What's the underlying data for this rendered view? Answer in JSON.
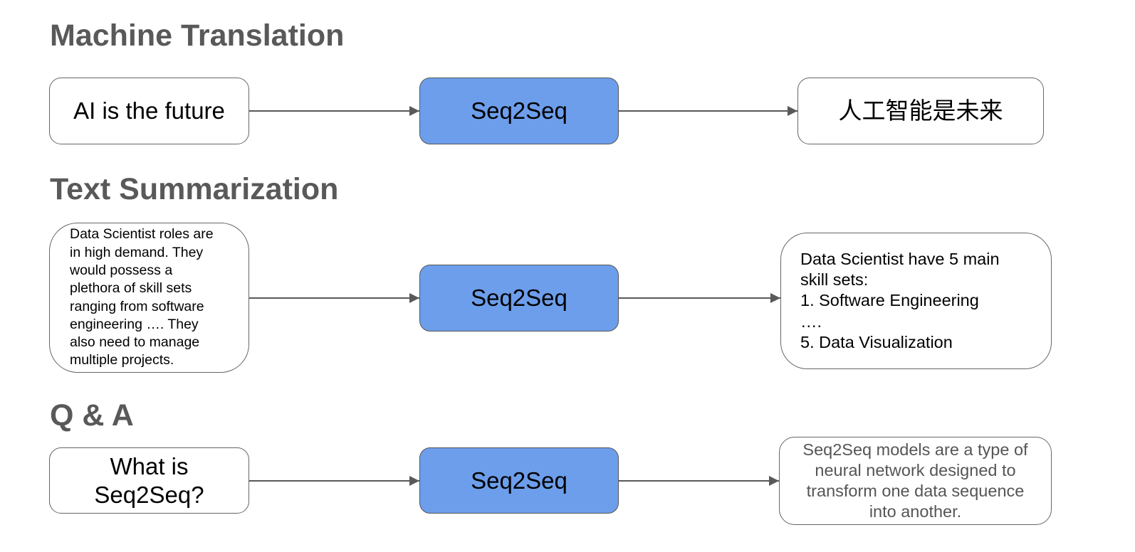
{
  "sections": [
    {
      "title": "Machine Translation",
      "input": "AI is the future",
      "model": "Seq2Seq",
      "output": "人工智能是未来"
    },
    {
      "title": "Text Summarization",
      "input": [
        "Data Scientist roles are",
        "in high demand. They",
        "would possess a",
        "plethora of skill sets",
        "ranging from software",
        "engineering …. They",
        "also need to manage",
        "multiple projects."
      ],
      "model": "Seq2Seq",
      "output": [
        "Data Scientist have 5 main",
        "skill sets:",
        "1. Software Engineering",
        "….",
        "5. Data Visualization"
      ]
    },
    {
      "title": "Q & A",
      "input": [
        "What is",
        "Seq2Seq?"
      ],
      "model": "Seq2Seq",
      "output": [
        "Seq2Seq models are a type of",
        "neural network designed to",
        "transform one data sequence",
        "into another."
      ]
    }
  ],
  "colors": {
    "title": "#595959",
    "model_fill": "#6d9eeb",
    "border": "#666666",
    "arrow": "#595959"
  }
}
